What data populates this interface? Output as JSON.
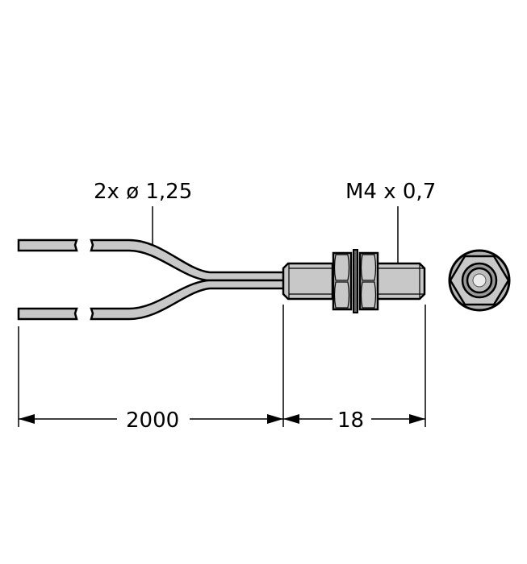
{
  "drawing": {
    "type": "sensor dimension drawing",
    "labels": {
      "cable": "2x ø 1,25",
      "thread": "M4 x 0,7",
      "cable_length": "2000",
      "housing_length": "18"
    },
    "colors": {
      "body_fill": "#c8c8c8",
      "outline": "#000000",
      "face_inner": "#8a8a8a",
      "background": "#ffffff"
    }
  }
}
